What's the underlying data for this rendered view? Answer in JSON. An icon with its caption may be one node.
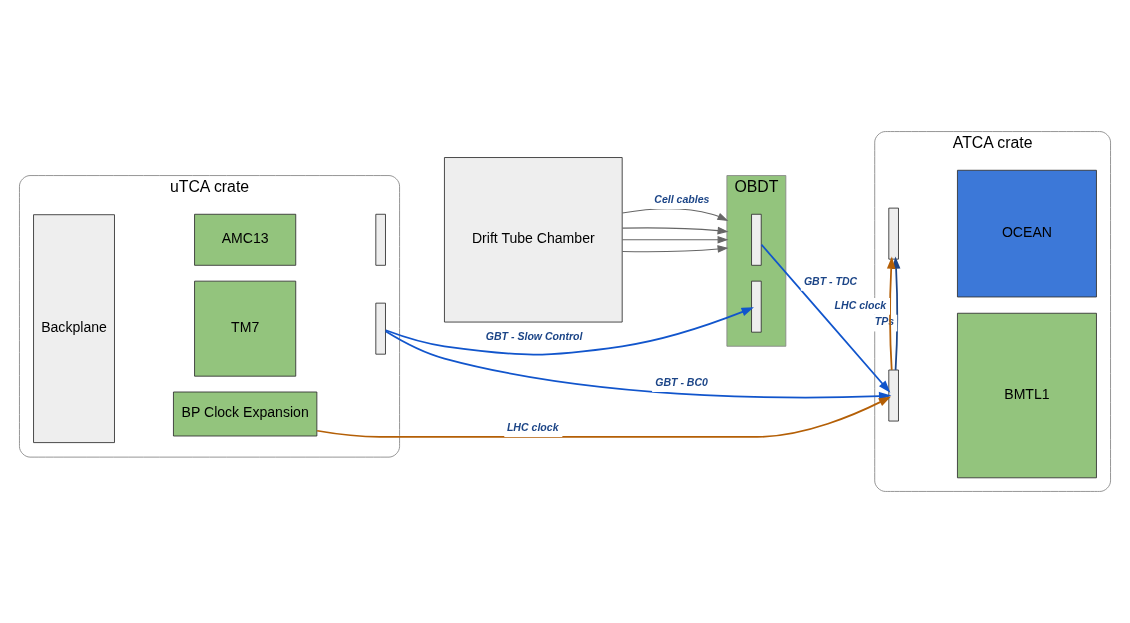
{
  "diagram": {
    "nodes": [
      {
        "text": [
          "uTCA crate"
        ]
      },
      {
        "text": [
          "Backplane"
        ],
        "in": 0
      },
      {
        "text": [
          "AMC13"
        ],
        "in": 0
      },
      {
        "text": [],
        "shape": "bar",
        "in": 0
      },
      {
        "text": [
          "TM7"
        ],
        "in": 0
      },
      {
        "text": [],
        "shape": "bar",
        "in": 0
      },
      {
        "text": [
          "BP Clock Expansion"
        ],
        "in": 0
      },
      {
        "text": [
          "Drift Tube Chamber"
        ]
      },
      {
        "text": [
          "OBDT"
        ]
      },
      {
        "text": [],
        "shape": "bar",
        "in": 8
      },
      {
        "text": [],
        "shape": "bar",
        "in": 8
      },
      {
        "text": [
          "ATCA crate"
        ]
      },
      {
        "text": [],
        "shape": "bar",
        "in": 11
      },
      {
        "text": [
          "OCEAN"
        ],
        "in": 11
      },
      {
        "text": [],
        "shape": "bar",
        "in": 11
      },
      {
        "text": [
          "BMTL1"
        ],
        "in": 11
      }
    ],
    "edges": [
      {
        "from": 7,
        "to": 8,
        "arrow": "to",
        "label": "Cell cables"
      },
      {
        "from": 7,
        "to": 8,
        "arrow": "to"
      },
      {
        "from": 7,
        "to": 8,
        "arrow": "to"
      },
      {
        "from": 7,
        "to": 8,
        "arrow": "to"
      },
      {
        "from": 5,
        "to": 10,
        "arrow": "to",
        "label": "GBT - Slow Control",
        "color": "#1155cc"
      },
      {
        "from": 5,
        "to": 14,
        "arrow": "to",
        "label": "GBT - BC0",
        "color": "#1155cc"
      },
      {
        "from": 6,
        "to": 14,
        "arrow": "to",
        "label": "LHC clock",
        "color": "#b45f06"
      },
      {
        "from": 9,
        "to": 14,
        "arrow": "to",
        "label": "GBT - TDC",
        "color": "#1155cc"
      },
      {
        "from": 14,
        "to": 12,
        "arrow": "to",
        "label": "TPs",
        "color": "#1c4587"
      },
      {
        "from": 14,
        "to": 12,
        "arrow": "to",
        "label": "LHC clock",
        "color": "#b45f06"
      }
    ]
  }
}
